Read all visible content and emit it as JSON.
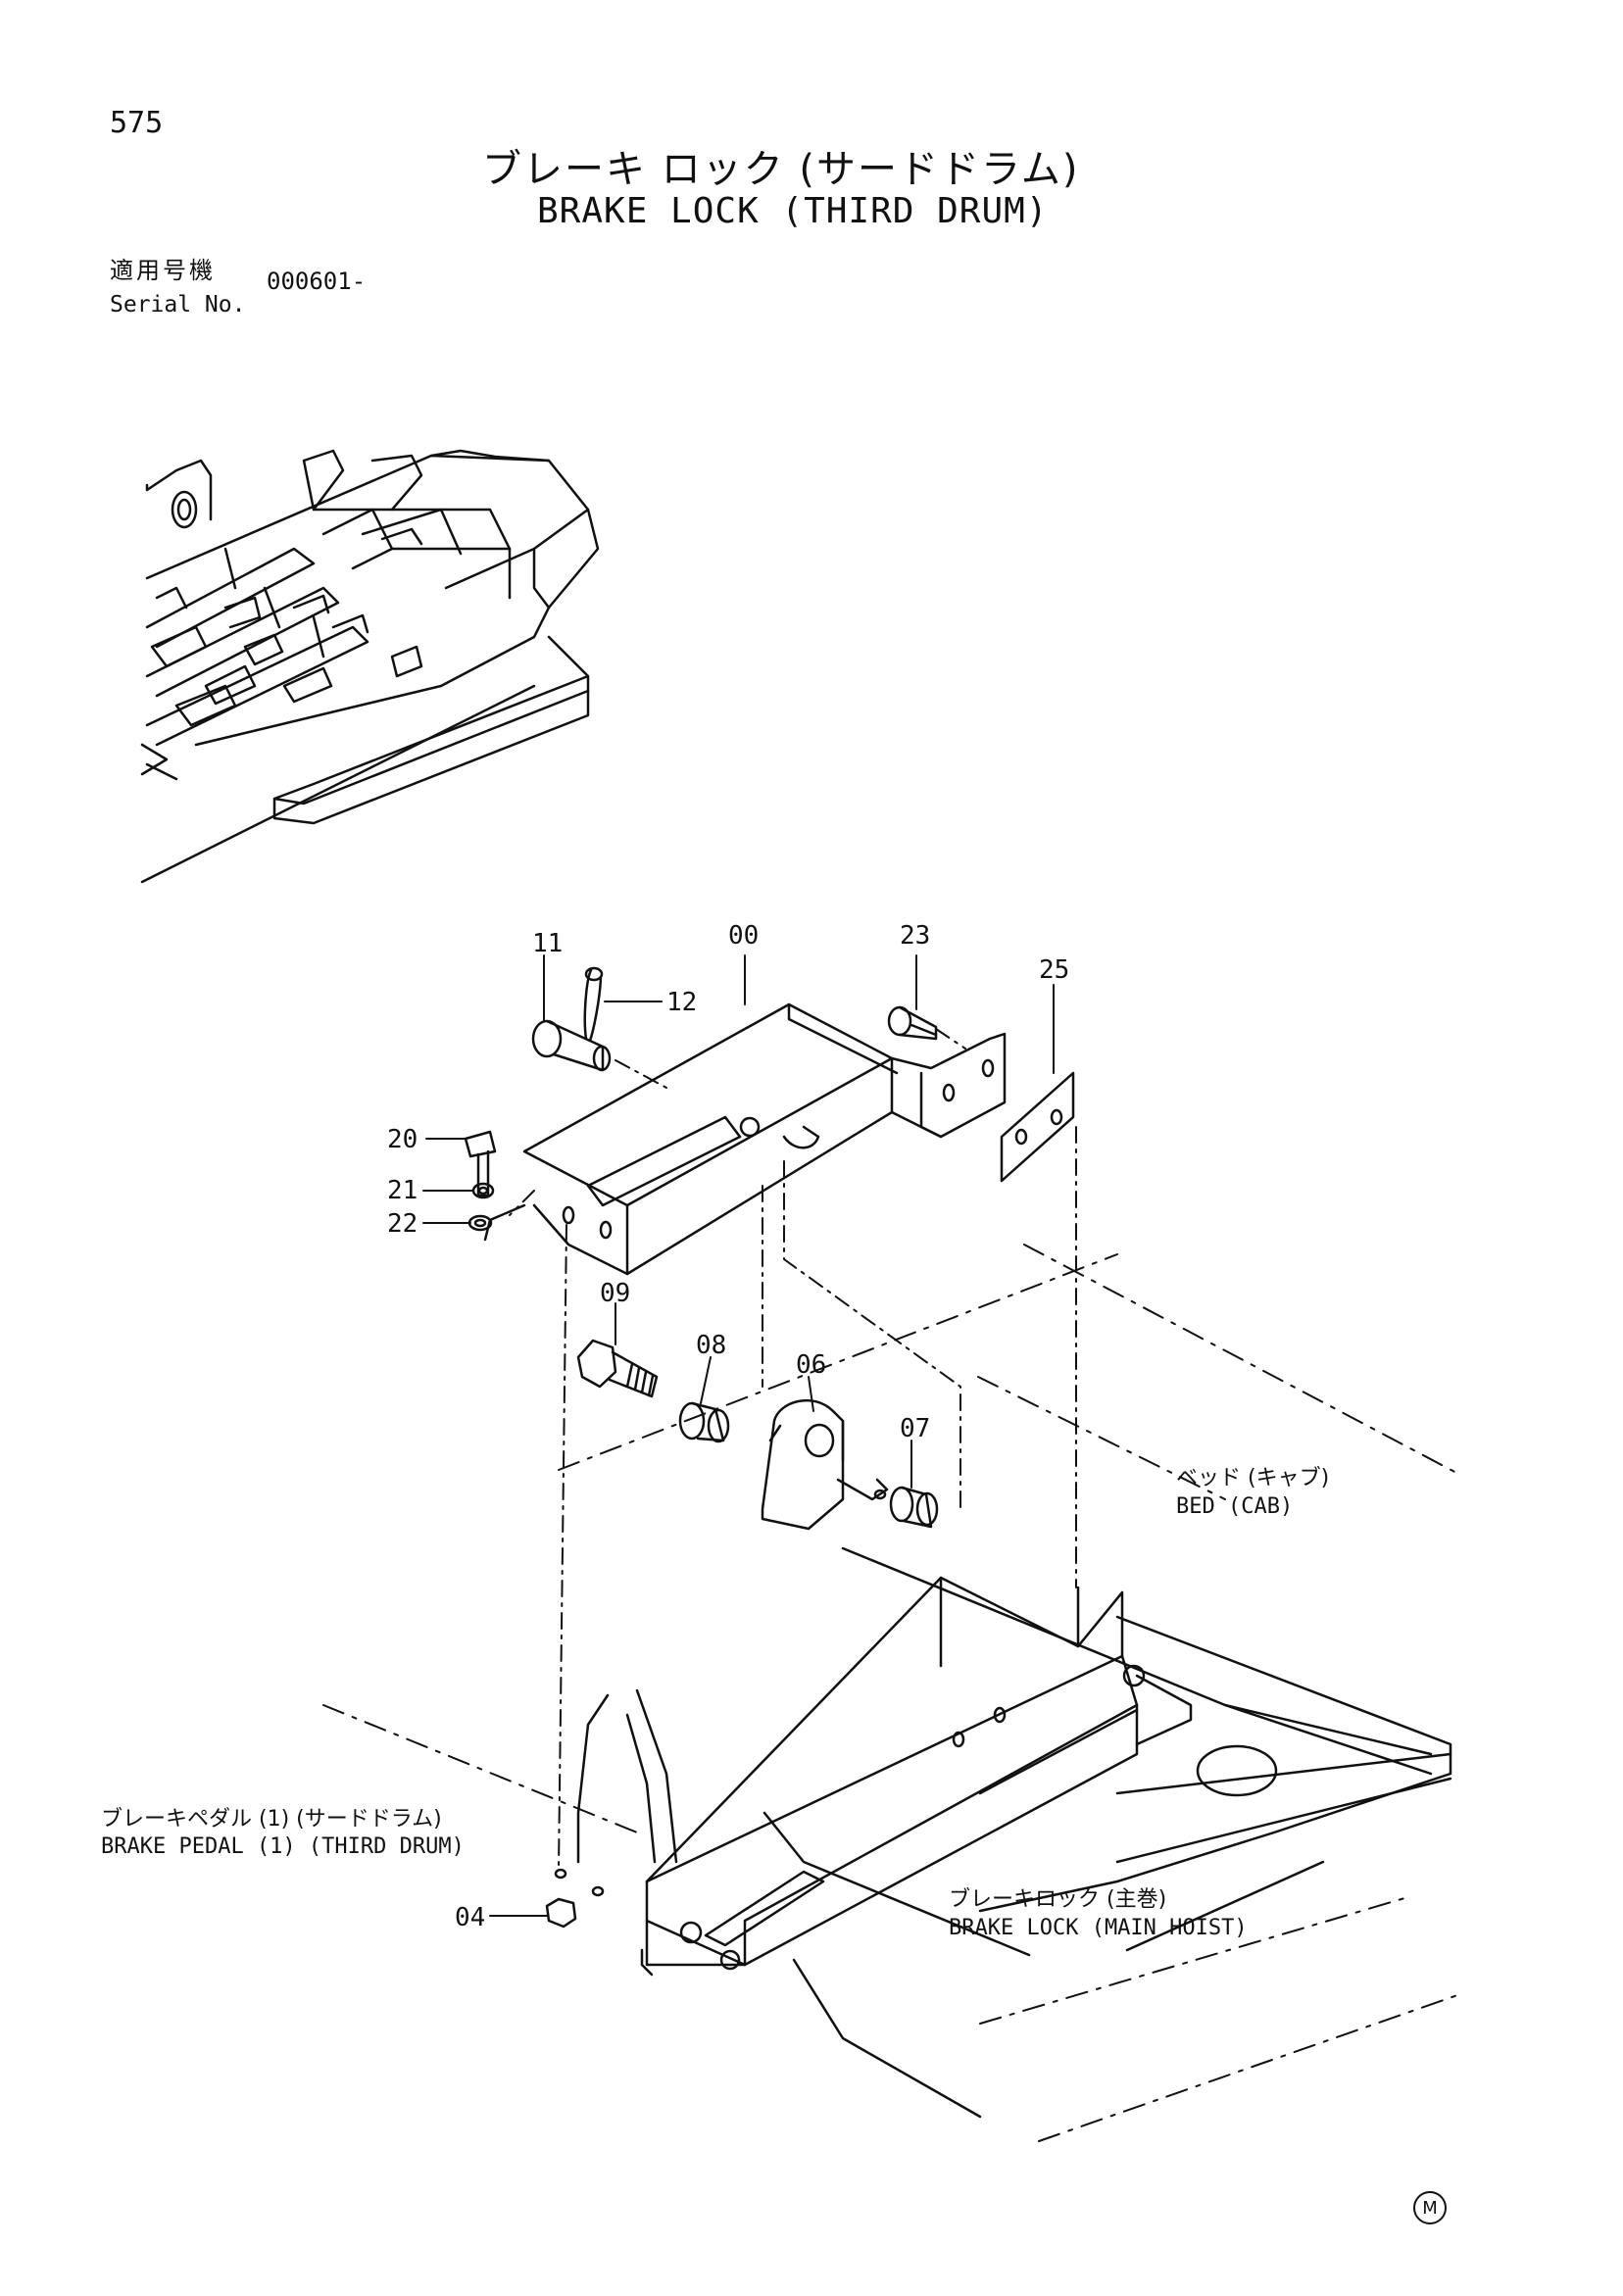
{
  "header": {
    "page_number": "575",
    "title_ja": "ブレーキ ロック (サードドラム)",
    "title_en": "BRAKE LOCK (THIRD DRUM)"
  },
  "serial": {
    "label_ja": "適用号機",
    "label_en": "Serial No.",
    "value": "000601-"
  },
  "parts": [
    "11",
    "00",
    "23",
    "25",
    "12",
    "20",
    "21",
    "22",
    "09",
    "08",
    "06",
    "07",
    "04"
  ],
  "callouts": {
    "bed_ja": "ベッド (キャブ)",
    "bed_en": "BED (CAB)",
    "pedal_ja": "ブレーキペダル (1) (サードドラム)",
    "pedal_en": "BRAKE PEDAL (1) (THIRD DRUM)",
    "lock_ja": "ブレーキロック (主巻)",
    "lock_en": "BRAKE LOCK (MAIN HOIST)"
  },
  "footer_mark": "M"
}
